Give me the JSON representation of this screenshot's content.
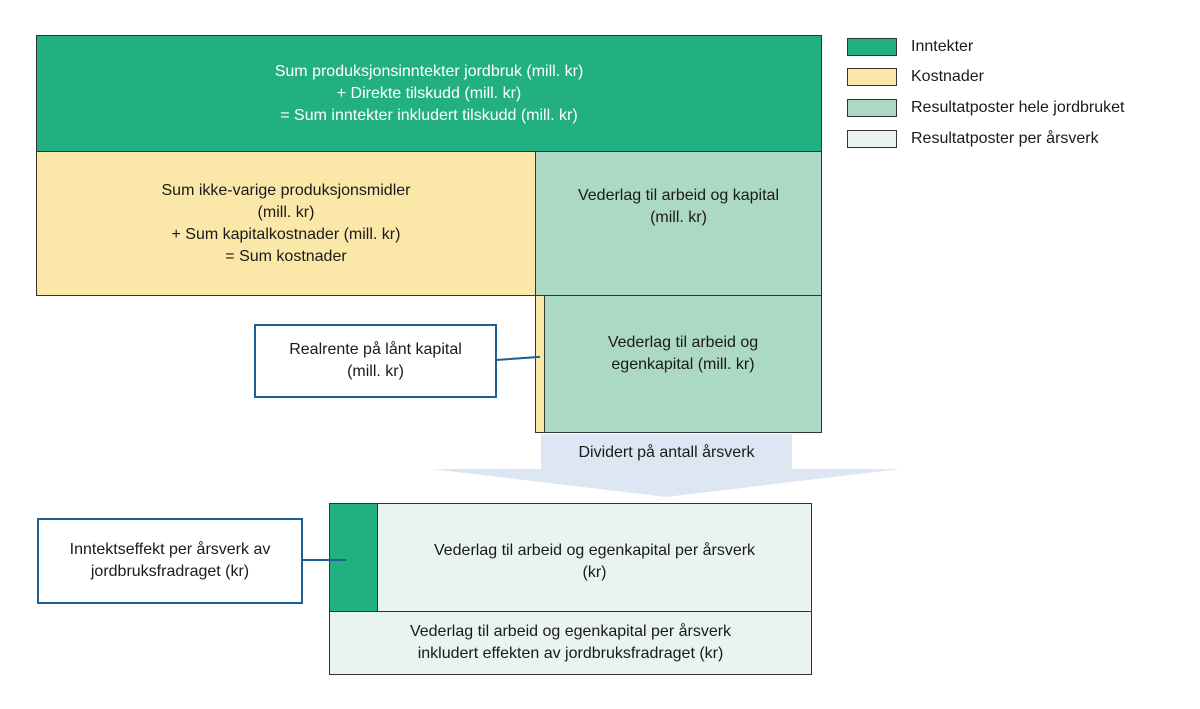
{
  "colors": {
    "inntekter": "#22b083",
    "kostnader": "#fbe7a7",
    "resultat_hele": "#acd9c3",
    "resultat_arsverk": "#e8f4ed",
    "callout_border": "#1e5e91",
    "arrow": "#dde6f3"
  },
  "legend": [
    {
      "label": "Inntekter"
    },
    {
      "label": "Kostnader"
    },
    {
      "label": "Resultatposter hele jordbruket"
    },
    {
      "label": "Resultatposter per årsverk"
    }
  ],
  "boxes": {
    "income": "Sum produksjonsinntekter jordbruk (mill. kr)\n+ Direkte tilskudd (mill. kr)\n= Sum inntekter inkludert tilskudd (mill. kr)",
    "costs": "Sum ikke-varige produksjonsmidler\n(mill. kr)\n+ Sum kapitalkostnader (mill. kr)\n= Sum kostnader",
    "labour_capital": "Vederlag til arbeid og kapital\n(mill. kr)",
    "labour_equity": "Vederlag til arbeid og\negenkapital (mill. kr)",
    "per_work_year": "Vederlag til arbeid og egenkapital per årsverk\n(kr)",
    "per_work_year_incl": "Vederlag til arbeid og egenkapital per årsverk\ninkludert effekten av jordbruksfradraget (kr)"
  },
  "callouts": {
    "realrente": "Realrente på lånt kapital\n(mill. kr)",
    "income_effect": "Inntektseffekt per årsverk av\njordbruksfradraget (kr)"
  },
  "arrow_label": "Dividert på antall årsverk"
}
